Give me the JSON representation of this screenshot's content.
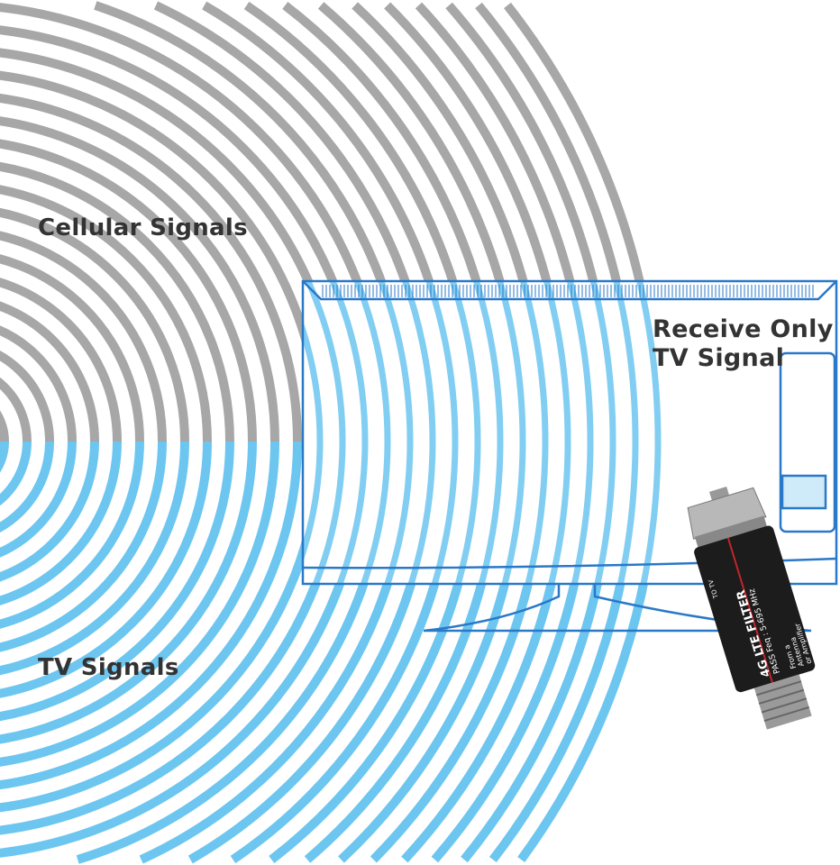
{
  "labels": {
    "cellular": "Cellular Signals",
    "tv": "TV Signals",
    "receive_line1": "Receive Only",
    "receive_line2": "TV Signal"
  },
  "filter": {
    "title": "4G LTE FILTER",
    "pass": "PASS Feq : 5-695 MHz",
    "from_line1": "From a",
    "from_line2": "Antenna",
    "from_line3": "or Amplifier",
    "to": "TO TV"
  },
  "colors": {
    "cellular": "#a7a7a7",
    "tv": "#6cc6f0",
    "tv_outline": "#2a78c8",
    "filter_body": "#1c1c1c",
    "filter_stripe": "#c0262a"
  }
}
